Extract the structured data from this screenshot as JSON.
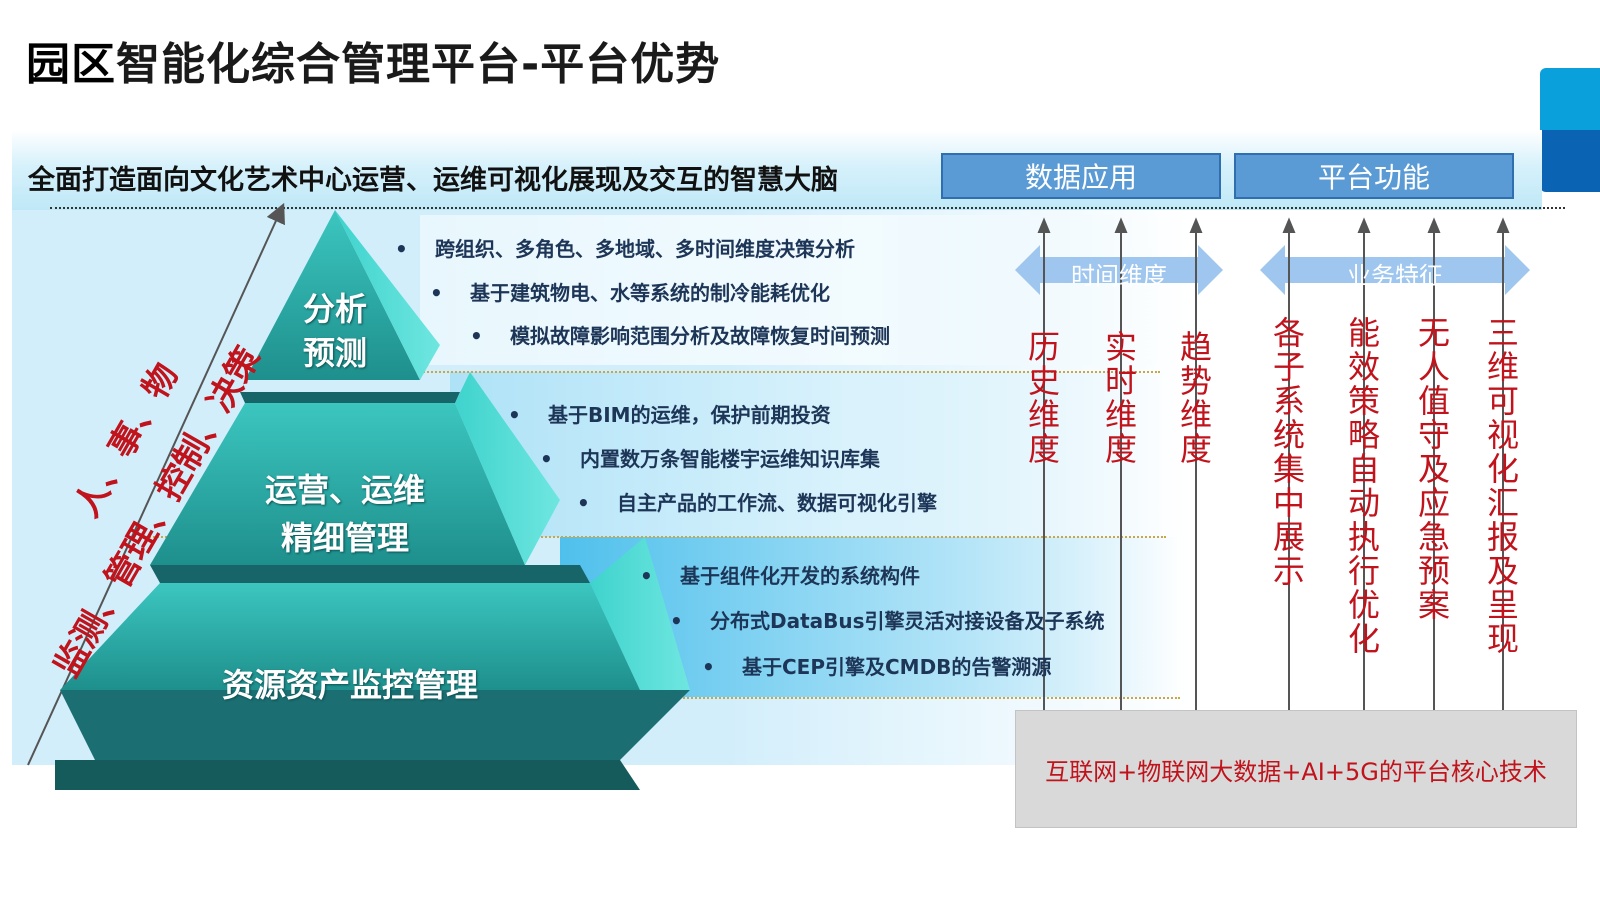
{
  "title_dark": "园区",
  "title_rest": "智能化综合管理平台-平台优势",
  "header_text": "全面打造面向文化艺术中心运营、运维可视化展现及交互的智慧大脑",
  "btn_data": "数据应用",
  "btn_func": "平台功能",
  "side_line1": "人、事、物",
  "side_line2": "监测、管理、控制、决策",
  "tiers": {
    "top": {
      "line1": "分析",
      "line2": "预测"
    },
    "mid": {
      "line1": "运营、运维",
      "line2": "精细管理"
    },
    "bot": {
      "line1": "资源资产监控管理"
    }
  },
  "bullets": {
    "top": [
      "跨组织、多角色、多地域、多时间维度决策分析",
      "基于建筑物电、水等系统的制冷能耗优化",
      "模拟故障影响范围分析及故障恢复时间预测"
    ],
    "mid": [
      "基于BIM的运维，保护前期投资",
      "内置数万条智能楼宇运维知识库集",
      "自主产品的工作流、数据可视化引擎"
    ],
    "bot": [
      "基于组件化开发的系统构件",
      "分布式DataBus引擎灵活对接设备及子系统",
      "基于CEP引擎及CMDB的告警溯源"
    ]
  },
  "time_dim": "时间维度",
  "biz_feat": "业务特征",
  "time_cols": [
    "历史维度",
    "实时维度",
    "趋势维度"
  ],
  "biz_cols": [
    "各子系统集中展示",
    "能效策略自动执行优化",
    "无人值守及应急预案",
    "三维可视化汇报及呈现"
  ],
  "bottom_text": "互联网+物联网大数据+AI+5G的平台核心技术",
  "colors": {
    "teal": "#2ab7b3",
    "red": "#c0131c",
    "blue_btn": "#5b9bd5",
    "arrow_blue": "#9ec6ee"
  }
}
